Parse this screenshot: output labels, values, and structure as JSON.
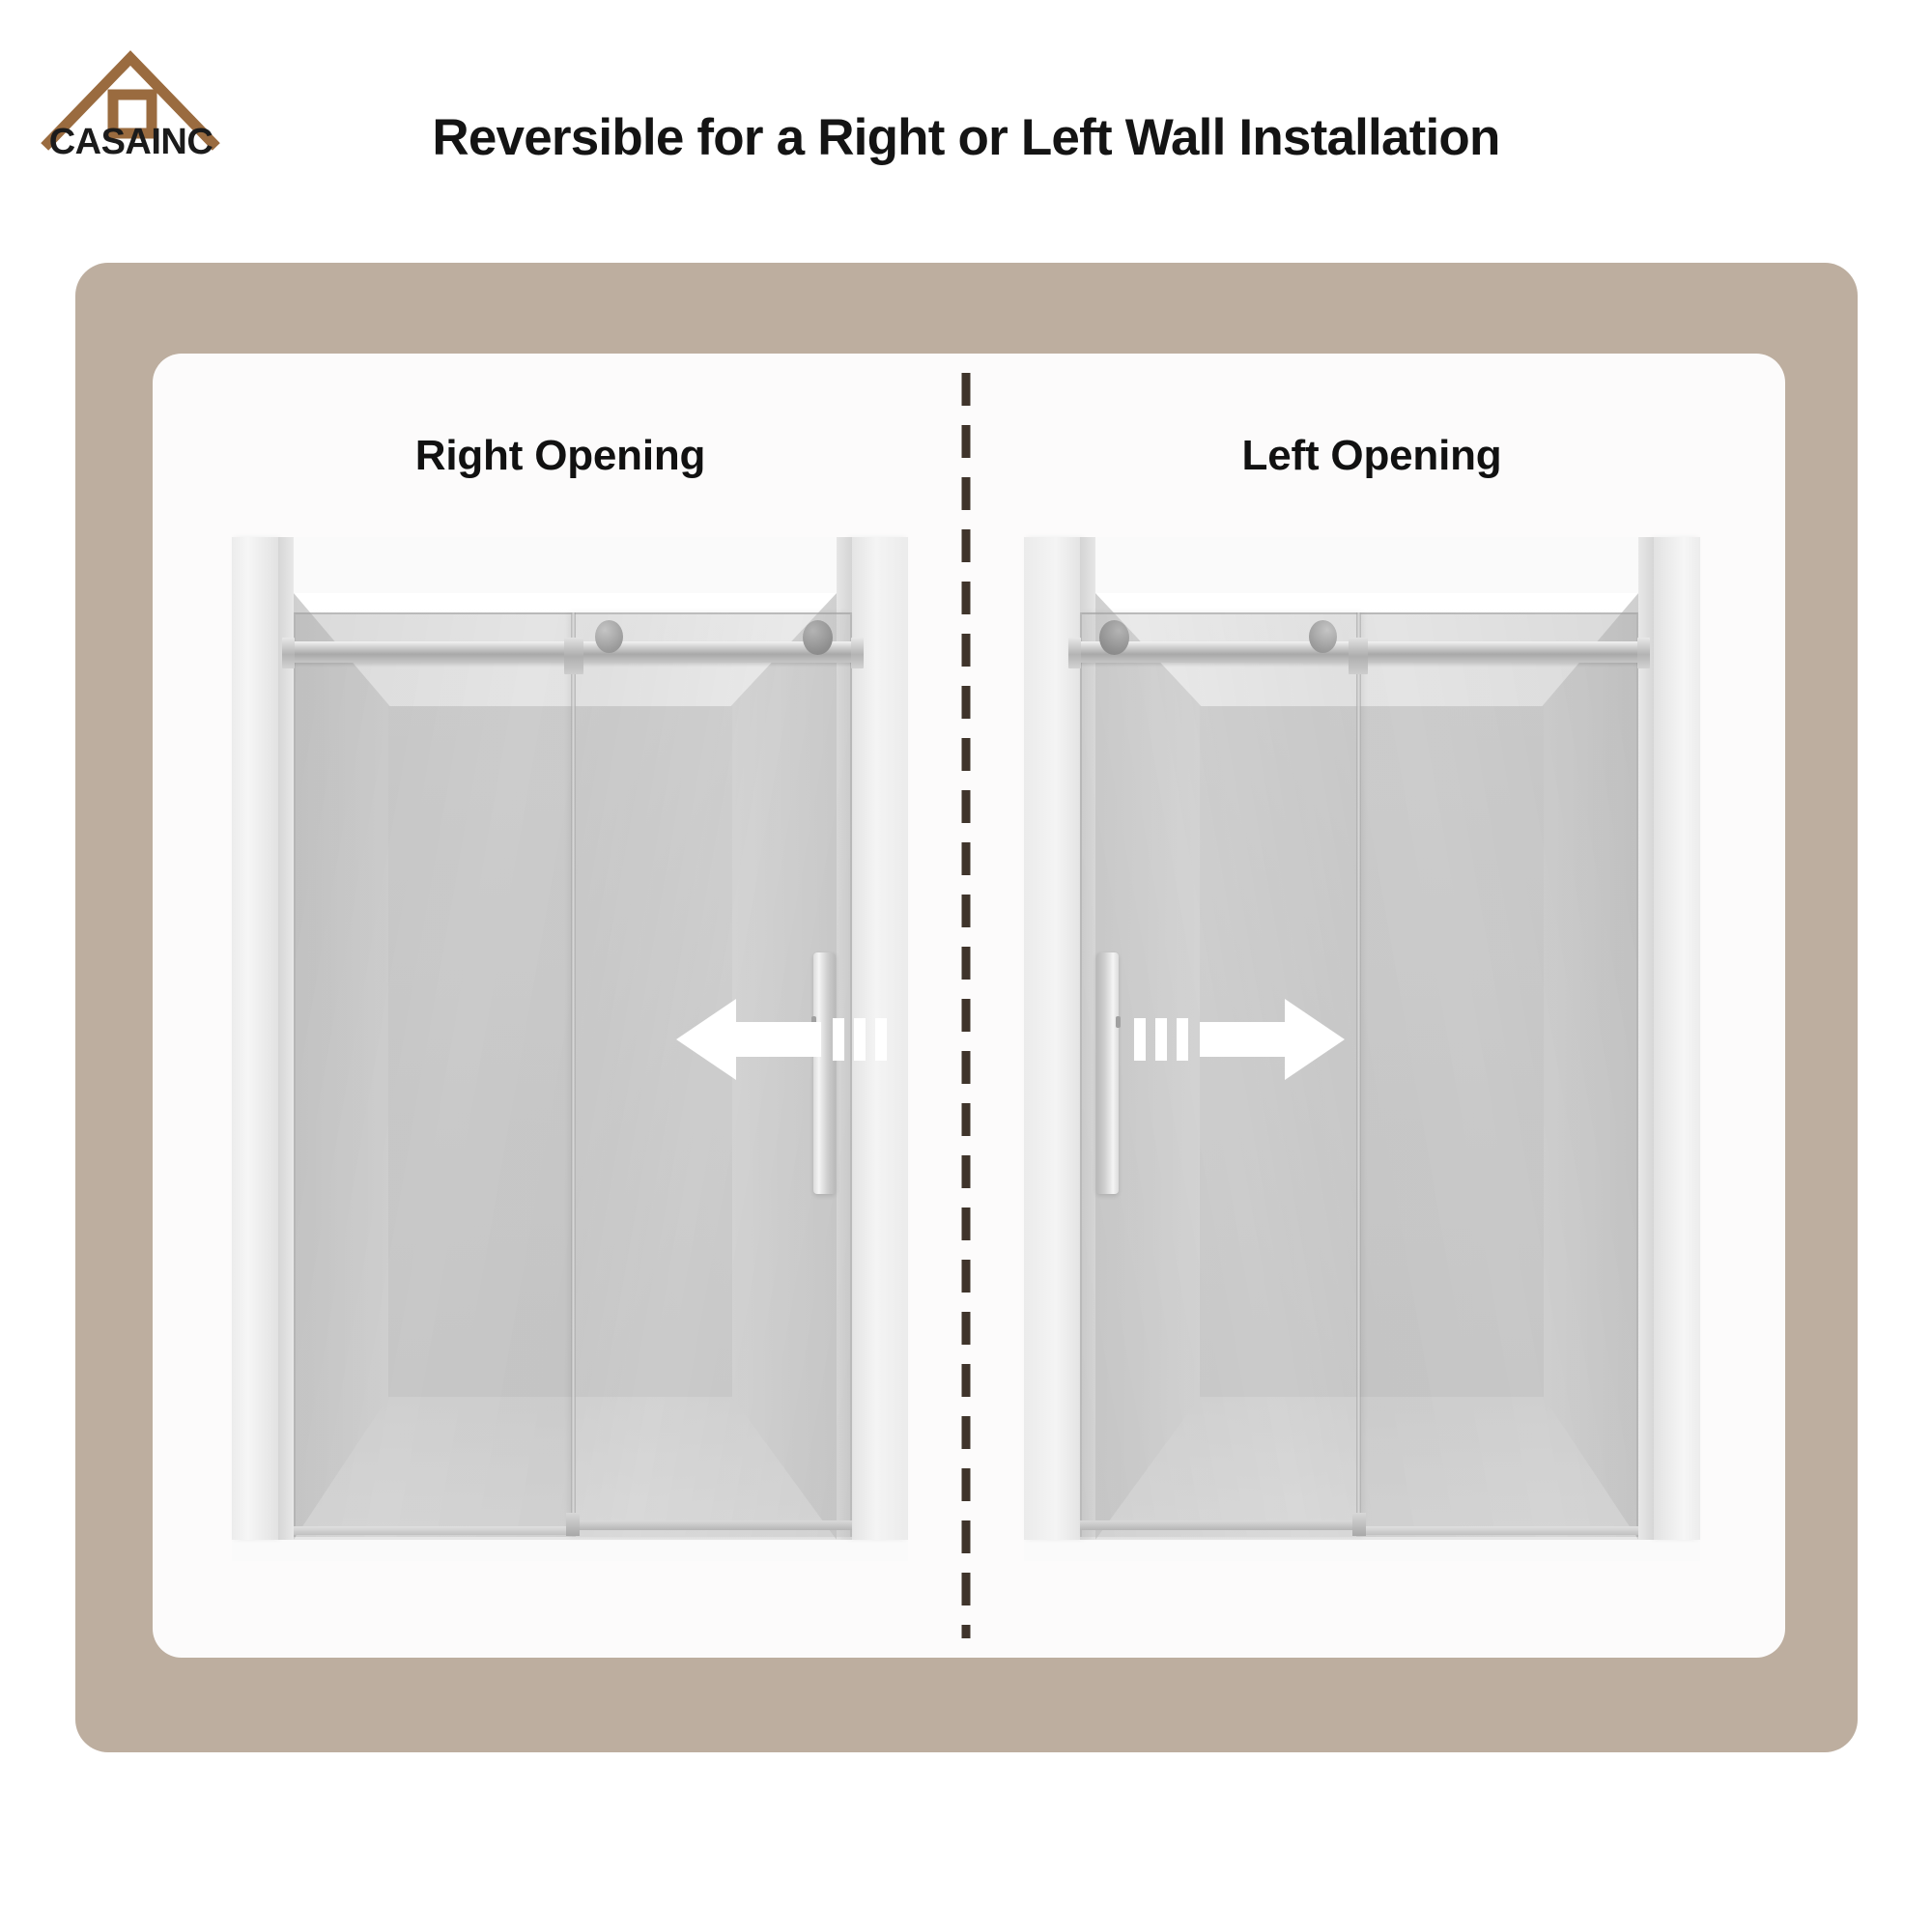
{
  "brand": {
    "name": "CASAINC",
    "logo_icon": "house-roof-window-icon",
    "logo_color": "#9a6b3f"
  },
  "header": {
    "title": "Reversible for a Right or Left Wall Installation"
  },
  "colors": {
    "card_border": "#bdae9f",
    "card_background": "#fcfbfb",
    "divider": "#3f342b",
    "title_text": "#141414",
    "arrow": "#ffffff"
  },
  "divider": {
    "style": "dashed-vertical",
    "color": "#3f342b"
  },
  "panels": [
    {
      "id": "right-opening",
      "label": "Right Opening",
      "arrow_icon": "arrow-left-icon",
      "arrow_direction": "left",
      "motion_lines": 3,
      "handle_side": "right",
      "door_slides_to": "left",
      "illustration": "sliding-shower-door-enclosure"
    },
    {
      "id": "left-opening",
      "label": "Left Opening",
      "arrow_icon": "arrow-right-icon",
      "arrow_direction": "right",
      "motion_lines": 3,
      "handle_side": "left",
      "door_slides_to": "right",
      "illustration": "sliding-shower-door-enclosure"
    }
  ]
}
